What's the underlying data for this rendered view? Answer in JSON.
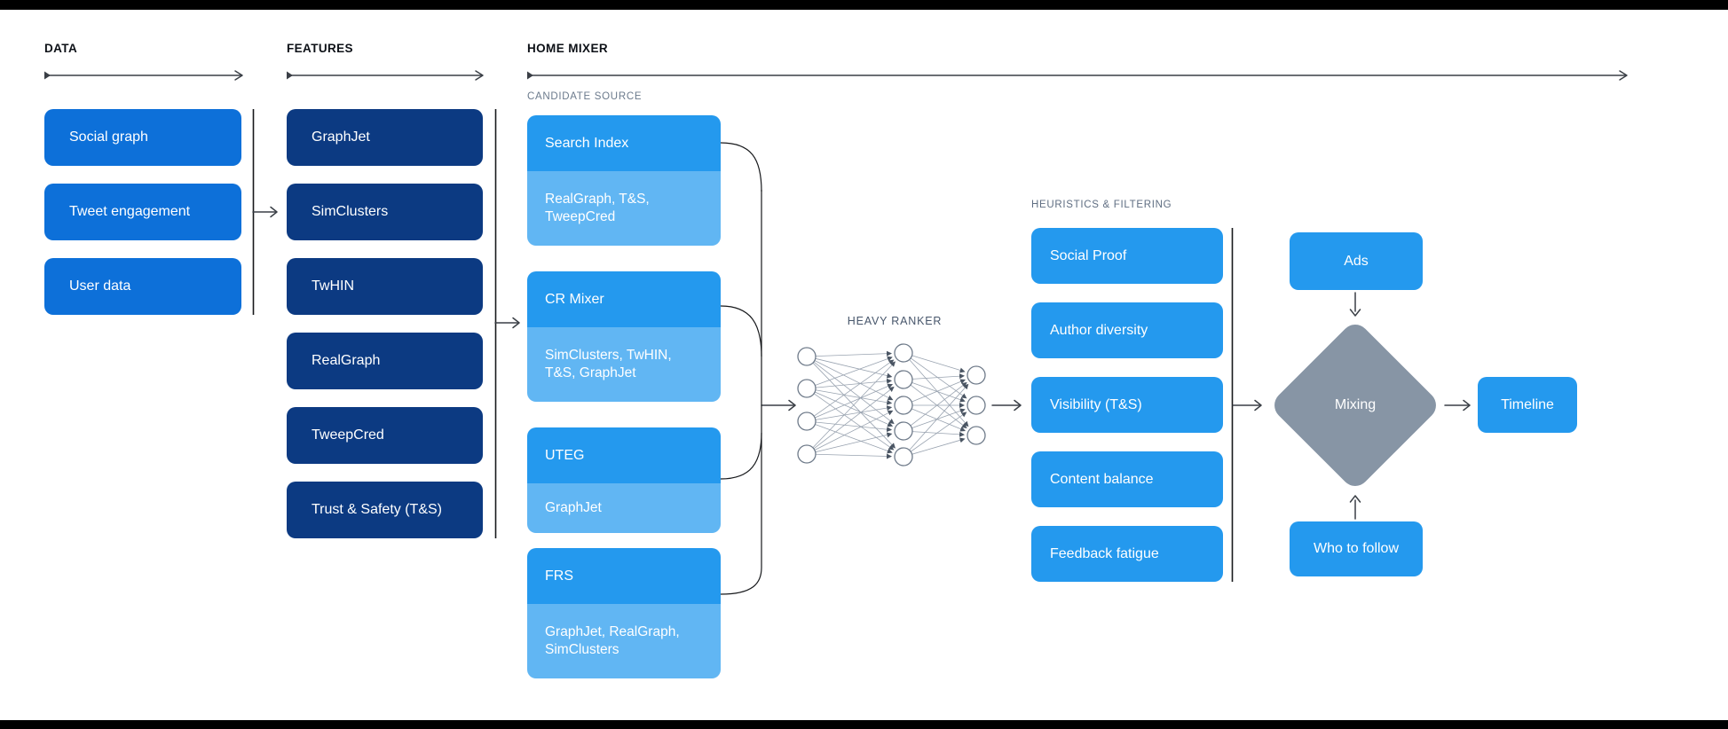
{
  "sections": {
    "data": {
      "label": "DATA",
      "items": [
        "Social graph",
        "Tweet engagement",
        "User data"
      ]
    },
    "features": {
      "label": "FEATURES",
      "items": [
        "GraphJet",
        "SimClusters",
        "TwHIN",
        "RealGraph",
        "TweepCred",
        "Trust & Safety (T&S)"
      ]
    },
    "home_mixer": {
      "label": "HOME MIXER",
      "candidate_source": {
        "label": "CANDIDATE SOURCE",
        "sources": [
          {
            "name": "Search Index",
            "features": "RealGraph, T&S, TweepCred"
          },
          {
            "name": "CR Mixer",
            "features": "SimClusters, TwHIN, T&S, GraphJet"
          },
          {
            "name": "UTEG",
            "features": "GraphJet"
          },
          {
            "name": "FRS",
            "features": "GraphJet, RealGraph, SimClusters"
          }
        ]
      },
      "heavy_ranker": {
        "label": "HEAVY RANKER"
      },
      "heuristics": {
        "label": "HEURISTICS & FILTERING",
        "items": [
          "Social Proof",
          "Author diversity",
          "Visibility (T&S)",
          "Content balance",
          "Feedback fatigue"
        ]
      },
      "mixing": {
        "label": "Mixing",
        "ads": "Ads",
        "who_to_follow": "Who to follow"
      }
    },
    "timeline": {
      "label": "Timeline"
    }
  },
  "colors": {
    "data_box": "#0d70d9",
    "feature_box": "#0c3a82",
    "source_header": "#2499ee",
    "source_features": "#61b6f3",
    "heuristic_box": "#2499ee",
    "output_box": "#2499ee",
    "mixing_diamond": "#8795a5",
    "connector": "#17191c"
  }
}
